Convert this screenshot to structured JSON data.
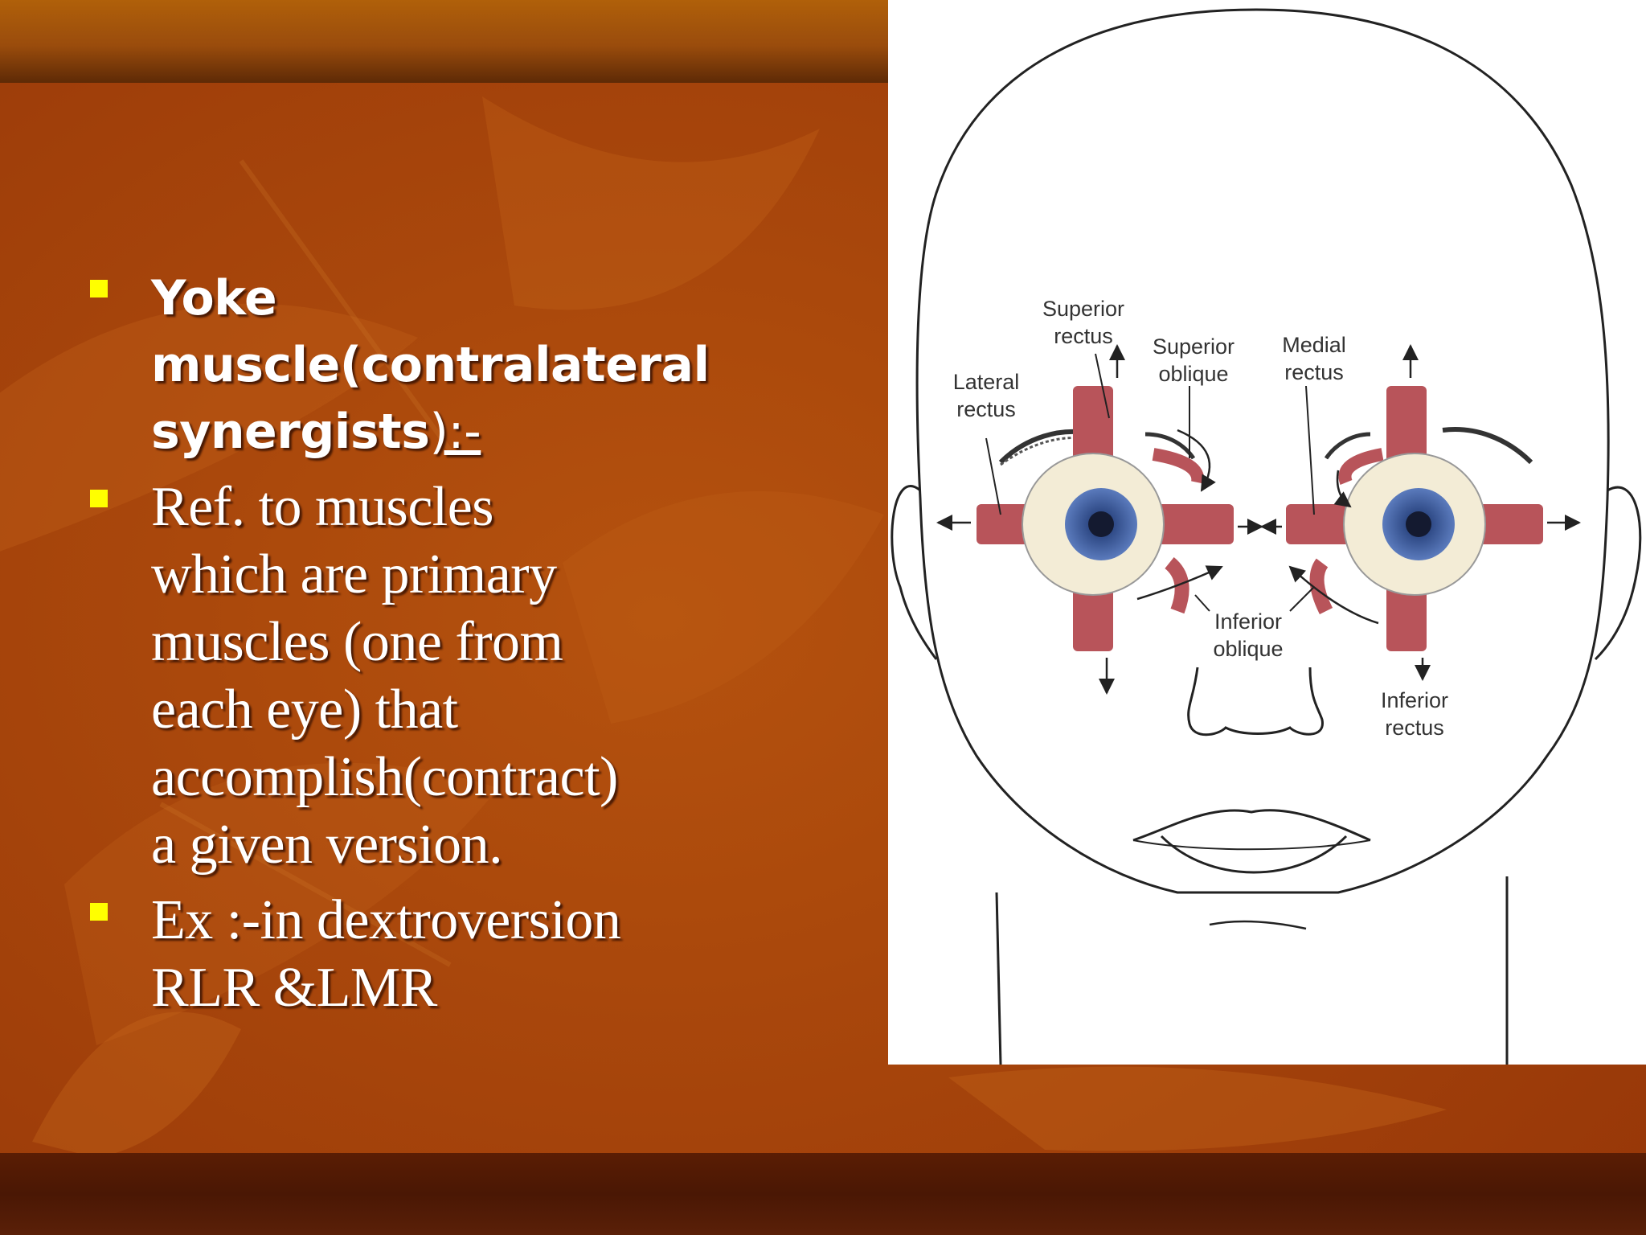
{
  "slide": {
    "bullets": [
      {
        "lines": [
          "Yoke",
          "muscle(contralateral",
          "synergists"
        ],
        "tail": "):-"
      },
      {
        "lines": [
          "Ref. to muscles",
          "which are primary",
          "muscles (one from",
          "each eye) that",
          "accomplish(contract)",
          "a given version."
        ]
      },
      {
        "lines": [
          "Ex :-in dextroversion",
          "RLR &LMR"
        ]
      }
    ]
  },
  "figure": {
    "labels": {
      "superior_rectus": [
        "Superior",
        "rectus"
      ],
      "superior_oblique": [
        "Superior",
        "oblique"
      ],
      "medial_rectus": [
        "Medial",
        "rectus"
      ],
      "lateral_rectus": [
        "Lateral",
        "rectus"
      ],
      "inferior_oblique": [
        "Inferior",
        "oblique"
      ],
      "inferior_rectus": [
        "Inferior",
        "rectus"
      ]
    }
  },
  "colors": {
    "background": "#a8420a",
    "bullet": "#ffff00",
    "text": "#ffffff",
    "muscle": "#b8545a",
    "iris": "#4b6aa8"
  }
}
